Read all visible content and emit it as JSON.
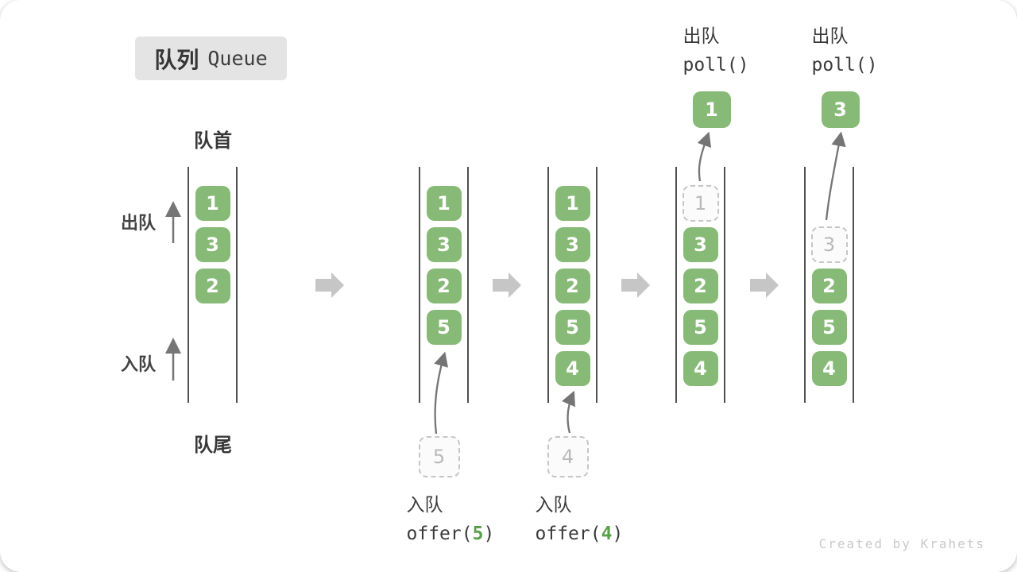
{
  "title": {
    "zh": "队列",
    "en": "Queue"
  },
  "labels": {
    "front": "队首",
    "rear": "队尾",
    "dequeue": "出队",
    "enqueue": "入队"
  },
  "watermark": "Created by Krahets",
  "colors": {
    "green": "#87ba76",
    "dashed_border": "#c6c6c6",
    "dashed_text": "#b9b9b9",
    "dark": "#3b3b3b",
    "mono_green": "#5aa04a",
    "block_arrow": "#c6c6c6",
    "line": "#4f4f4f",
    "arrow": "#757575",
    "title_bg": "#e4e4e4",
    "watermark_color": "#c9c9c9"
  },
  "states": [
    {
      "cells": [
        {
          "value": "1",
          "dashed": false
        },
        {
          "value": "3",
          "dashed": false
        },
        {
          "value": "2",
          "dashed": false
        }
      ]
    },
    {
      "cells": [
        {
          "value": "1",
          "dashed": false
        },
        {
          "value": "3",
          "dashed": false
        },
        {
          "value": "2",
          "dashed": false
        },
        {
          "value": "5",
          "dashed": false
        }
      ],
      "incoming": {
        "value": "5"
      },
      "op": {
        "label": "入队",
        "code_prefix": "offer(",
        "code_arg": "5",
        "code_suffix": ")"
      }
    },
    {
      "cells": [
        {
          "value": "1",
          "dashed": false
        },
        {
          "value": "3",
          "dashed": false
        },
        {
          "value": "2",
          "dashed": false
        },
        {
          "value": "5",
          "dashed": false
        },
        {
          "value": "4",
          "dashed": false
        }
      ],
      "incoming": {
        "value": "4"
      },
      "op": {
        "label": "入队",
        "code_prefix": "offer(",
        "code_arg": "4",
        "code_suffix": ")"
      }
    },
    {
      "cells": [
        {
          "value": "1",
          "dashed": true
        },
        {
          "value": "3",
          "dashed": false
        },
        {
          "value": "2",
          "dashed": false
        },
        {
          "value": "5",
          "dashed": false
        },
        {
          "value": "4",
          "dashed": false
        }
      ],
      "outgoing": {
        "value": "1"
      },
      "op_top": {
        "label": "出队",
        "code": "poll()"
      }
    },
    {
      "start_row": 1,
      "cells": [
        {
          "value": "3",
          "dashed": true
        },
        {
          "value": "2",
          "dashed": false
        },
        {
          "value": "5",
          "dashed": false
        },
        {
          "value": "4",
          "dashed": false
        }
      ],
      "outgoing": {
        "value": "3"
      },
      "op_top": {
        "label": "出队",
        "code": "poll()"
      }
    }
  ]
}
